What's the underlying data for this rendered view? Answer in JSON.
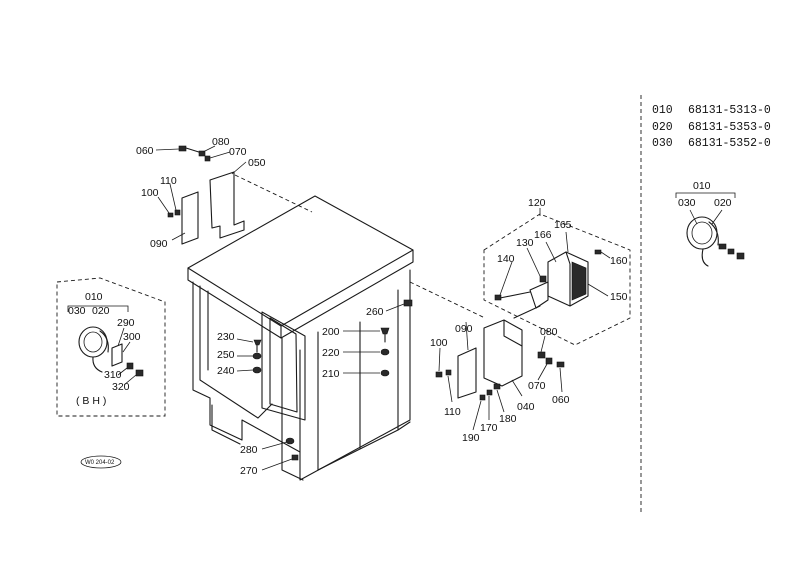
{
  "parts_table": [
    {
      "ref": "010",
      "part": "68131-5313-0"
    },
    {
      "ref": "020",
      "part": "68131-5353-0"
    },
    {
      "ref": "030",
      "part": "68131-5352-0"
    }
  ],
  "callouts": {
    "c060a": "060",
    "c080a": "080",
    "c070a": "070",
    "c050": "050",
    "c110a": "110",
    "c100a": "100",
    "c090a": "090",
    "c120": "120",
    "c130": "130",
    "c140": "140",
    "c165": "165",
    "c166": "166",
    "c160": "160",
    "c150": "150",
    "c090b": "090",
    "c100b": "100",
    "c110b": "110",
    "c040": "040",
    "c080b": "080",
    "c070b": "070",
    "c060b": "060",
    "c180": "180",
    "c170": "170",
    "c190": "190",
    "c260": "260",
    "c230": "230",
    "c250": "250",
    "c240": "240",
    "c200": "200",
    "c220": "220",
    "c210": "210",
    "c280": "280",
    "c270": "270",
    "bh010": "010",
    "bh030": "030",
    "bh020": "020",
    "c290": "290",
    "c300": "300",
    "c310": "310",
    "c320": "320",
    "bh_note": "( B H )",
    "r010": "010",
    "r030": "030",
    "r020": "020"
  },
  "stamp": "W0 204-02"
}
